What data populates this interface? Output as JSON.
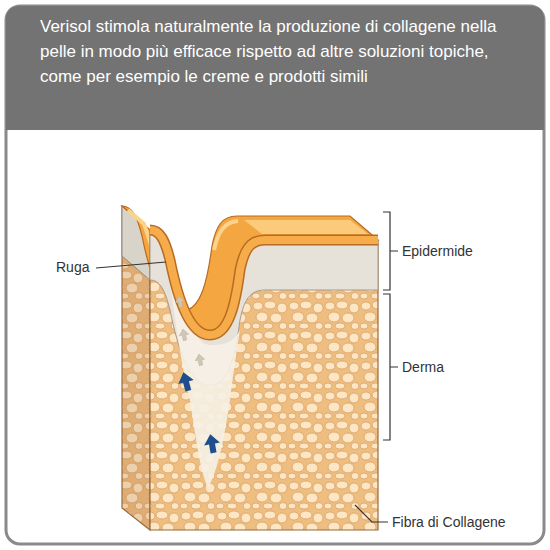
{
  "diagram": {
    "title": "Verisol stimola naturalmente la produzione di collagene nella pelle in modo più efficace rispetto ad altre soluzioni topiche, come per esempio le creme e prodotti simili",
    "labels": [
      "Ruga",
      "Epidermide",
      "Derma",
      "Fibra di Collagene"
    ]
  }
}
